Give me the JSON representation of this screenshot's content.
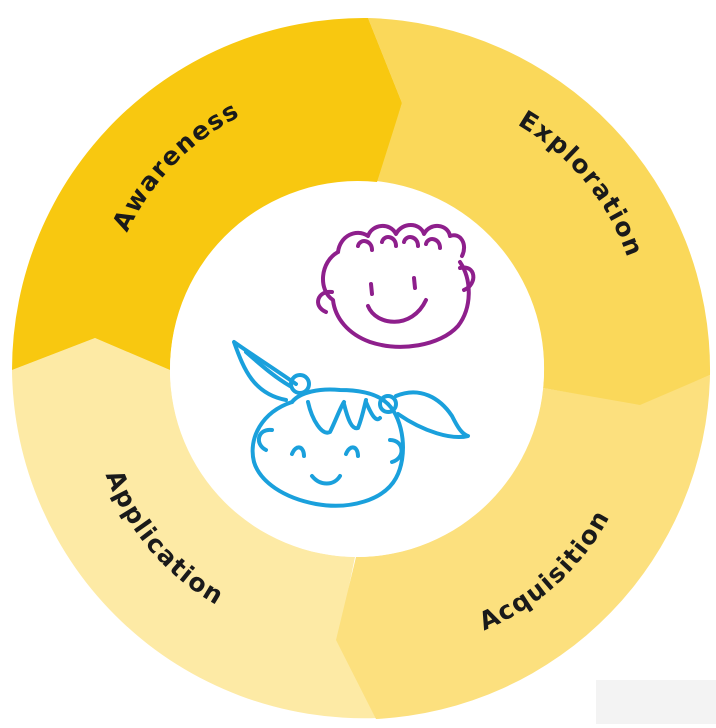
{
  "cycle": {
    "segments": [
      {
        "label": "Awareness",
        "color": "#f8c810"
      },
      {
        "label": "Exploration",
        "color": "#fad85a"
      },
      {
        "label": "Acquisition",
        "color": "#fce07e"
      },
      {
        "label": "Application",
        "color": "#fdeaa5"
      }
    ],
    "label_color": "#1a1a1a",
    "center_color": "#ffffff"
  },
  "illustration": {
    "boy_face_color": "#8e1f8c",
    "girl_face_color": "#1aa0dc"
  }
}
